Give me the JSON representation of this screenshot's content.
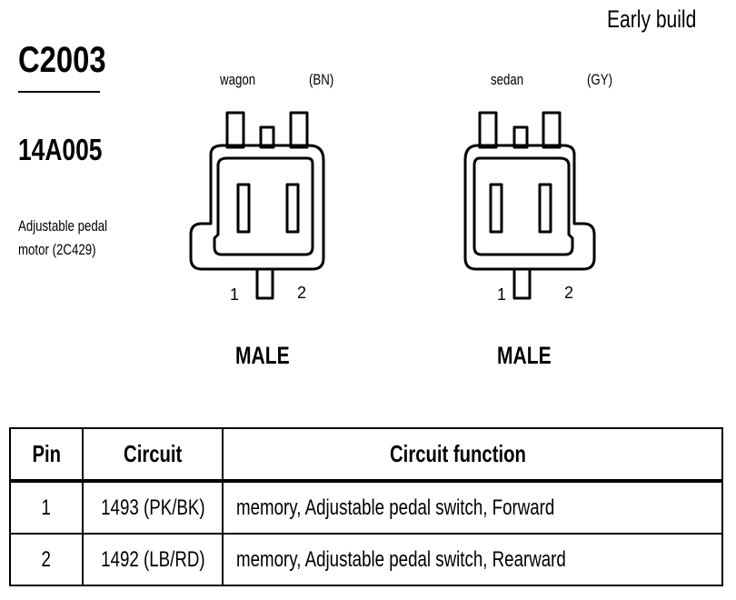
{
  "build_note": "Early build",
  "connector": {
    "id": "C2003",
    "part_number": "14A005",
    "description_line1": "Adjustable pedal",
    "description_line2": "motor (2C429)"
  },
  "views": [
    {
      "variant": "wagon",
      "color_code": "(BN)",
      "pin_left": "1",
      "pin_right": "2",
      "gender": "MALE"
    },
    {
      "variant": "sedan",
      "color_code": "(GY)",
      "pin_left": "1",
      "pin_right": "2",
      "gender": "MALE"
    }
  ],
  "table": {
    "headers": [
      "Pin",
      "Circuit",
      "Circuit function"
    ],
    "rows": [
      [
        "1",
        "1493 (PK/BK)",
        "memory, Adjustable pedal switch, Forward"
      ],
      [
        "2",
        "1492 (LB/RD)",
        "memory, Adjustable pedal switch, Rearward"
      ]
    ]
  }
}
